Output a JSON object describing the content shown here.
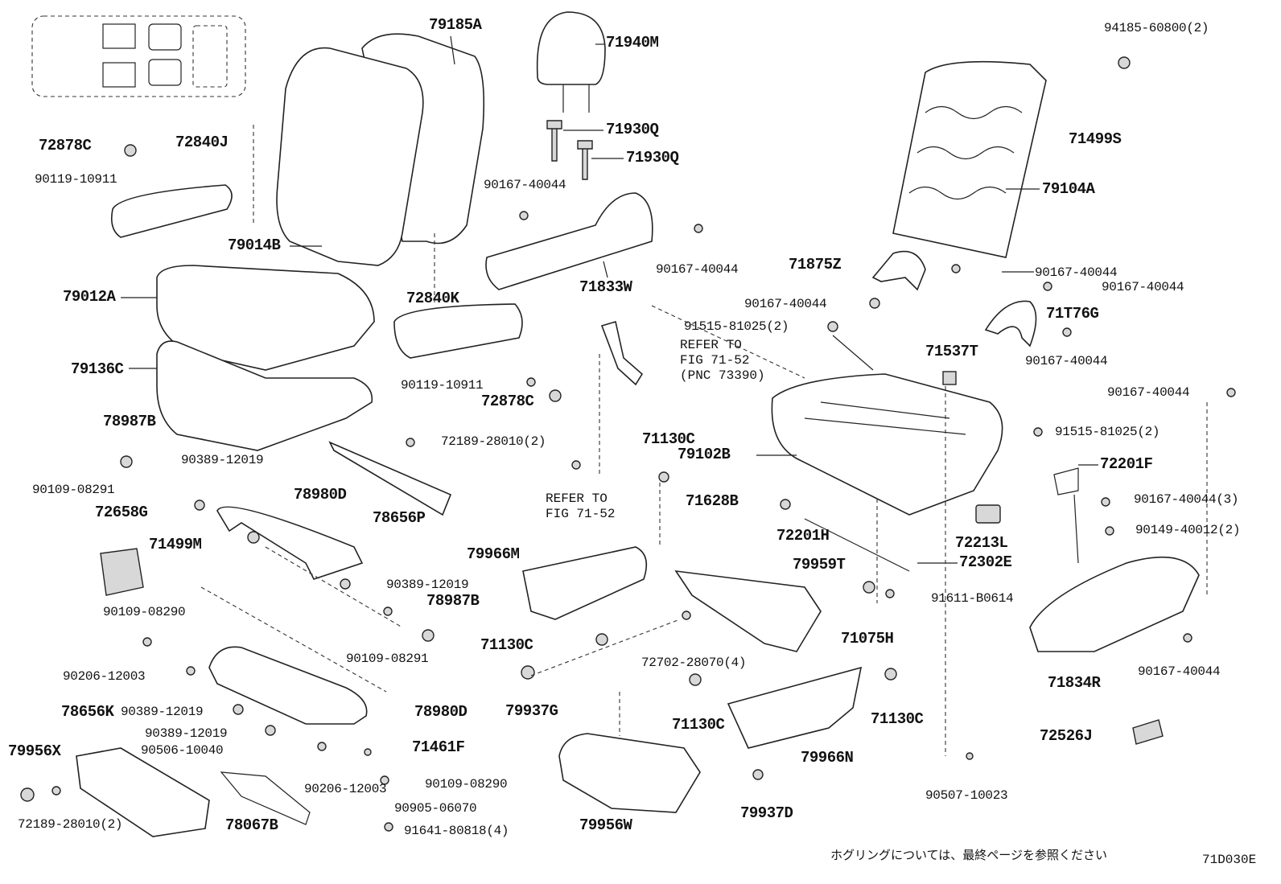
{
  "labels": [
    "79185A",
    "71940M",
    "72878C",
    "72840J",
    "71930Q",
    "71930Q",
    "79104A",
    "71499S",
    "79014B",
    "71875Z",
    "79012A",
    "71833W",
    "72840K",
    "71T76G",
    "71537T",
    "79136C",
    "72878C",
    "78987B",
    "71130C",
    "72201F",
    "79102B",
    "72658G",
    "78980D",
    "78656P",
    "71628B",
    "72201H",
    "72213L",
    "71499M",
    "79966M",
    "79959T",
    "72302E",
    "78987B",
    "71075H",
    "71130C",
    "71834R",
    "78656K",
    "79937G",
    "78980D",
    "71130C",
    "71130C",
    "79956X",
    "71461F",
    "72526J",
    "79966N",
    "78067B",
    "79956W",
    "79937D",
    "94185-60800(2)",
    "90119-10911",
    "90167-40044",
    "90167-40044",
    "90167-40044",
    "90167-40044",
    "90167-40044",
    "91515-81025(2)",
    "90167-40044",
    "90119-10911",
    "90167-40044",
    "91515-81025(2)",
    "72189-28010(2)",
    "90389-12019",
    "90109-08291",
    "90167-40044(3)",
    "90149-40012(2)",
    "90389-12019",
    "91611-B0614",
    "90109-08290",
    "90109-08291",
    "72702-28070(4)",
    "90167-40044",
    "90206-12003",
    "90389-12019",
    "90389-12019",
    "90506-10040",
    "90109-08290",
    "90206-12003",
    "90507-10023",
    "90905-06070",
    "72189-28010(2)",
    "91641-80818(4)"
  ],
  "notes": {
    "refer_1": "REFER TO\nFIG 71-52\n(PNC 73390)",
    "refer_2": "REFER TO\nFIG 71-52"
  },
  "footer": {
    "text": "ホグリングについては、最終ページを参照ください",
    "code": "71D030E"
  }
}
